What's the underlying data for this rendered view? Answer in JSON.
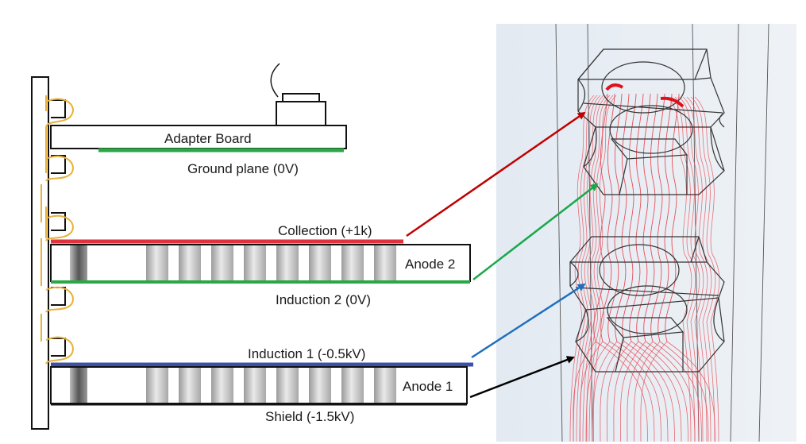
{
  "labels": {
    "adapter_board": "Adapter Board",
    "ground_plane": "Ground plane  (0V)",
    "collection": "Collection  (+1k)",
    "anode2": "Anode 2",
    "induction2": "Induction 2  (0V)",
    "induction1": "Induction 1  (-0.5kV)",
    "anode1": "Anode 1",
    "shield": "Shield  (-1.5kV)"
  },
  "colors": {
    "collection": "#e0313f",
    "ground": "#2aa845",
    "induction2": "#2aa845",
    "induction1": "#3c50a8",
    "shield": "#111111",
    "wire": "#e8b13a",
    "arrow_collection": "#c00000",
    "arrow_induction2": "#1aa84a",
    "arrow_induction1": "#1f6fbf",
    "arrow_shield": "#000000",
    "field_lines": "#e8505a",
    "panel_bg": "#e8eef4"
  }
}
